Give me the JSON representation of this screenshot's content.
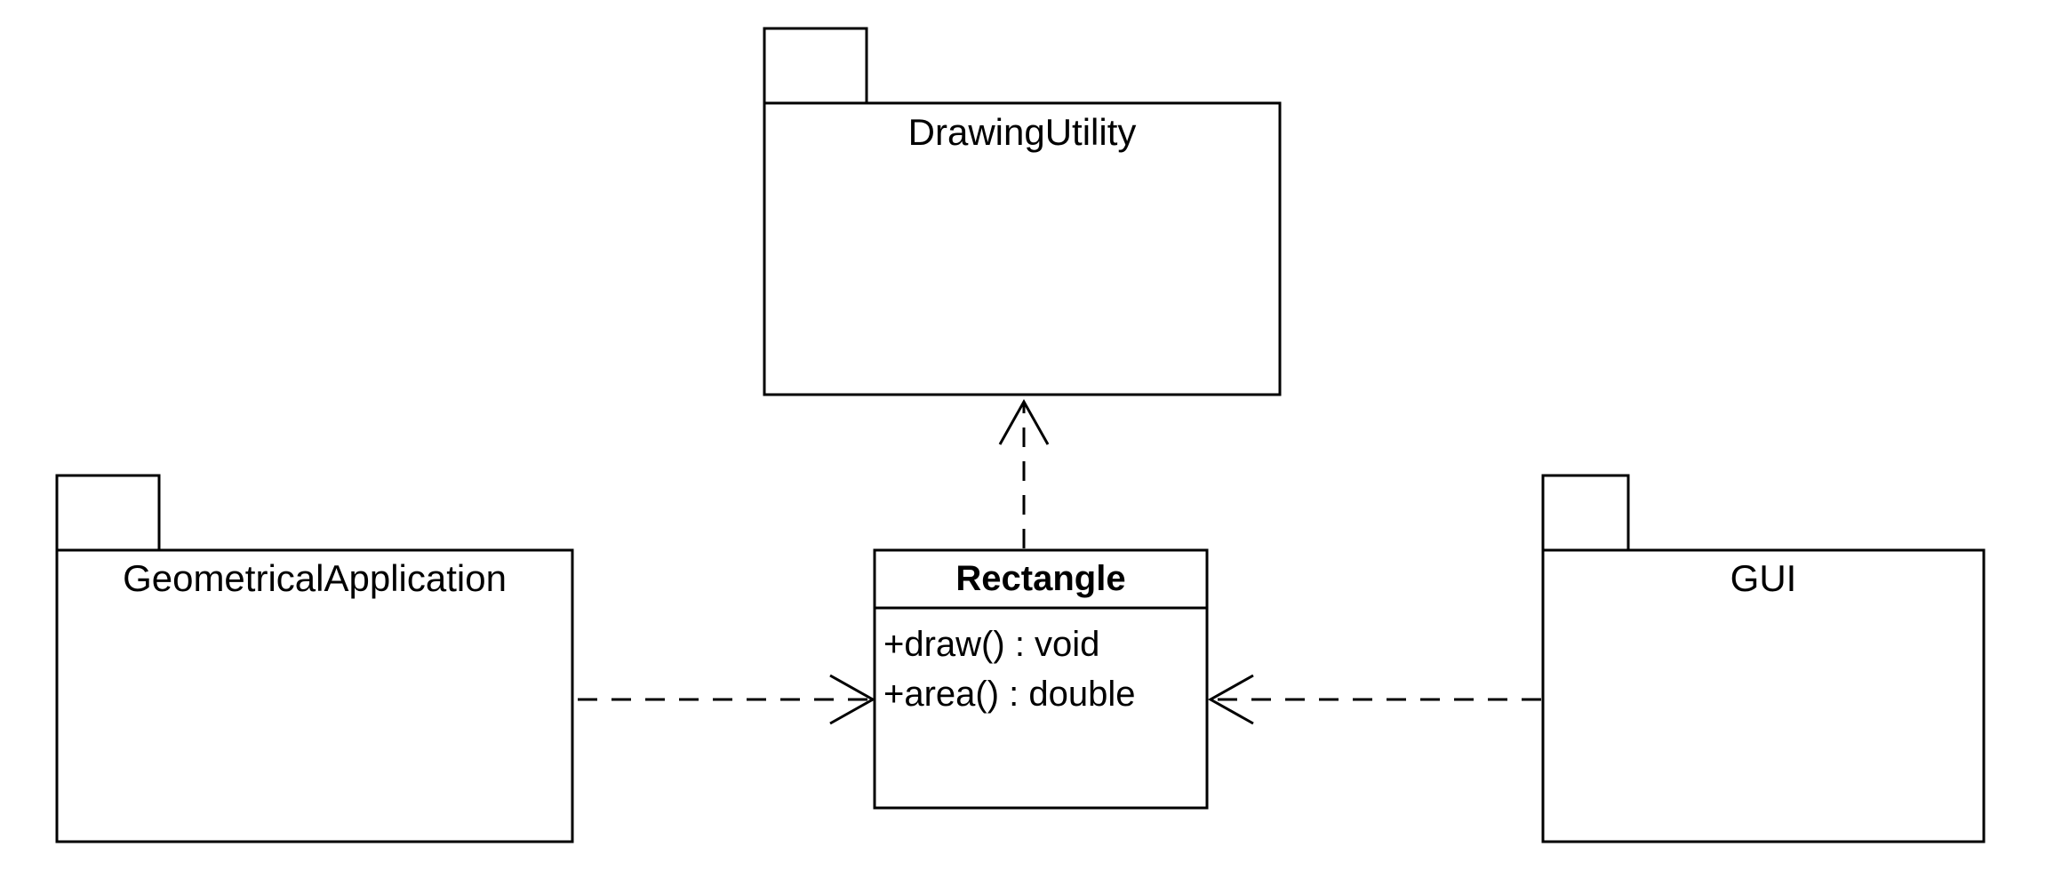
{
  "diagram": {
    "type": "uml-class-diagram",
    "packages": {
      "drawing_utility": "DrawingUtility",
      "geometrical_application": "GeometricalApplication",
      "gui": "GUI"
    },
    "class_rectangle": {
      "name": "Rectangle",
      "operations": [
        "+draw() : void",
        "+area() : double"
      ]
    },
    "dependencies": [
      {
        "from": "Rectangle",
        "to": "DrawingUtility",
        "style": "dashed-open-arrow"
      },
      {
        "from": "GeometricalApplication",
        "to": "Rectangle",
        "style": "dashed-open-arrow"
      },
      {
        "from": "GUI",
        "to": "Rectangle",
        "style": "dashed-open-arrow"
      }
    ],
    "colors": {
      "stroke": "#000000",
      "background": "#ffffff"
    }
  }
}
